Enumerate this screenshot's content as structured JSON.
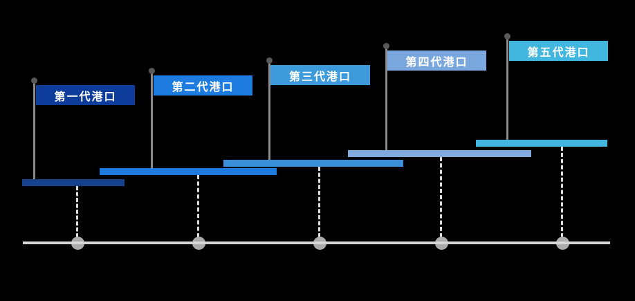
{
  "diagram": {
    "type": "flag-timeline",
    "background_color": "#000000",
    "pole_color": "#8a8a8a",
    "pole_cap_color": "#595959",
    "connector_style": "dashed",
    "connector_color": "#dcdcdc",
    "label_text_color": "#ffffff",
    "timeline": {
      "axis_color": "#d6d6d6",
      "node_color": "#acacac",
      "node_count": 5
    },
    "generations": [
      {
        "label": "第一代港口",
        "flag_color": "#0d3c9b",
        "bar_color": "#17418c"
      },
      {
        "label": "第二代港口",
        "flag_color": "#1e7ce0",
        "bar_color": "#1e7ce0"
      },
      {
        "label": "第三代港口",
        "flag_color": "#3d9bdb",
        "bar_color": "#3a8fd9"
      },
      {
        "label": "第四代港口",
        "flag_color": "#7ba7df",
        "bar_color": "#81a9de"
      },
      {
        "label": "第五代港口",
        "flag_color": "#41b7e0",
        "bar_color": "#41b7e0"
      }
    ]
  }
}
